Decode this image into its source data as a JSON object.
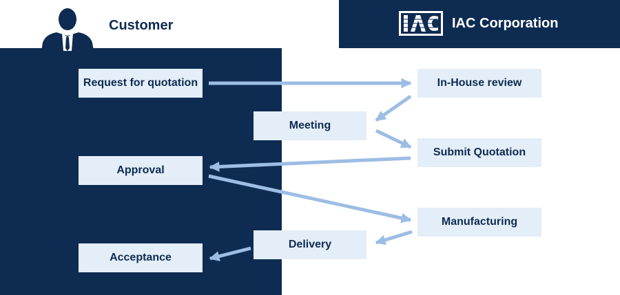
{
  "customer": {
    "title": "Customer"
  },
  "company": {
    "title": "IAC Corporation",
    "logo_text": "IAC"
  },
  "steps": {
    "request_for_quotation": "Request for quotation",
    "in_house_review": "In-House review",
    "meeting": "Meeting",
    "submit_quotation": "Submit Quotation",
    "approval": "Approval",
    "manufacturing": "Manufacturing",
    "delivery": "Delivery",
    "acceptance": "Acceptance"
  },
  "colors": {
    "navy": "#0e2b52",
    "box_fill": "#e3eef8",
    "arrow": "#9cbde4"
  }
}
